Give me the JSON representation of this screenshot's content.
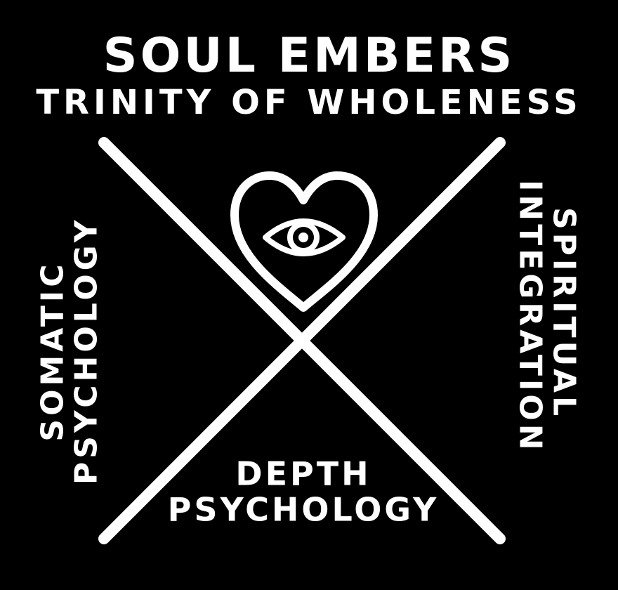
{
  "title": "SOUL EMBERS",
  "subtitle": "TRINITY OF WHOLENESS",
  "labels": {
    "left": [
      "SOMATIC",
      "PSYCHOLOGY"
    ],
    "right": [
      "SPIRITUAL",
      "INTEGRATION"
    ],
    "bottom": [
      "DEPTH",
      "PSYCHOLOGY"
    ]
  },
  "icons": {
    "center": "heart-icon",
    "inner": "eye-icon"
  },
  "colors": {
    "background": "#000000",
    "foreground": "#ffffff"
  }
}
